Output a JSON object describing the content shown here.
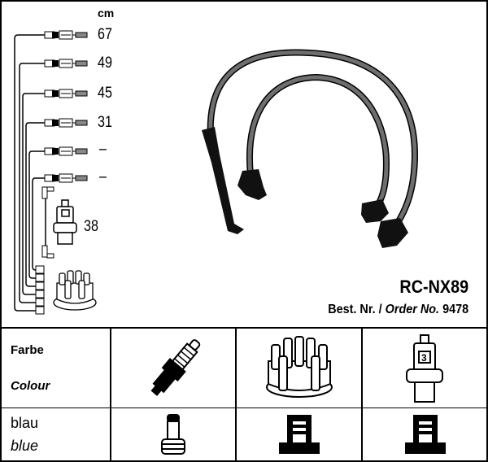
{
  "unit_label": "cm",
  "cable_lengths": [
    "67",
    "49",
    "45",
    "31",
    "–",
    "–"
  ],
  "coil_cable_length": "38",
  "product": {
    "name": "RC-NX89",
    "order_prefix": "Best. Nr. /",
    "order_label_en": "Order No.",
    "order_number": "9478"
  },
  "table": {
    "header_de": "Farbe",
    "header_en": "Colour",
    "color_de": "blau",
    "color_en": "blue"
  },
  "colors": {
    "cable": "#6e6e6e",
    "ink": "#000000"
  }
}
